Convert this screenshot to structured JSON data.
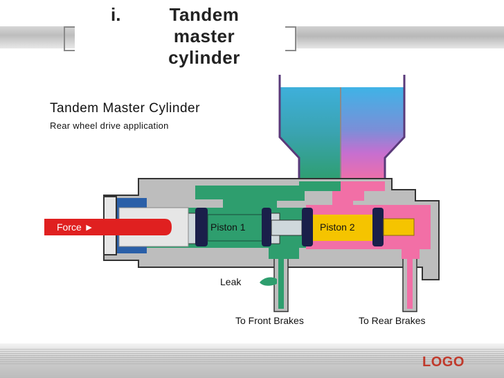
{
  "slide": {
    "number": "i.",
    "title": "Tandem master cylinder",
    "logo": "LOGO"
  },
  "diagram": {
    "title": "Tandem Master Cylinder",
    "subtitle": "Rear wheel drive application",
    "labels": {
      "force": "Force ►",
      "piston1": "Piston 1",
      "piston2": "Piston 2",
      "leak": "Leak",
      "front_brakes": "To Front Brakes",
      "rear_brakes": "To Rear Brakes"
    },
    "colors": {
      "body": "#bdbdbd",
      "front_fluid": "#2e9e6e",
      "rear_fluid": "#f26fa6",
      "reservoir_top": "#3fb3e6",
      "piston_seal": "#1a1f4a",
      "push_rod": "#e02020",
      "spring_rear": "#f5c400",
      "boot": "#2a5fa8"
    }
  }
}
